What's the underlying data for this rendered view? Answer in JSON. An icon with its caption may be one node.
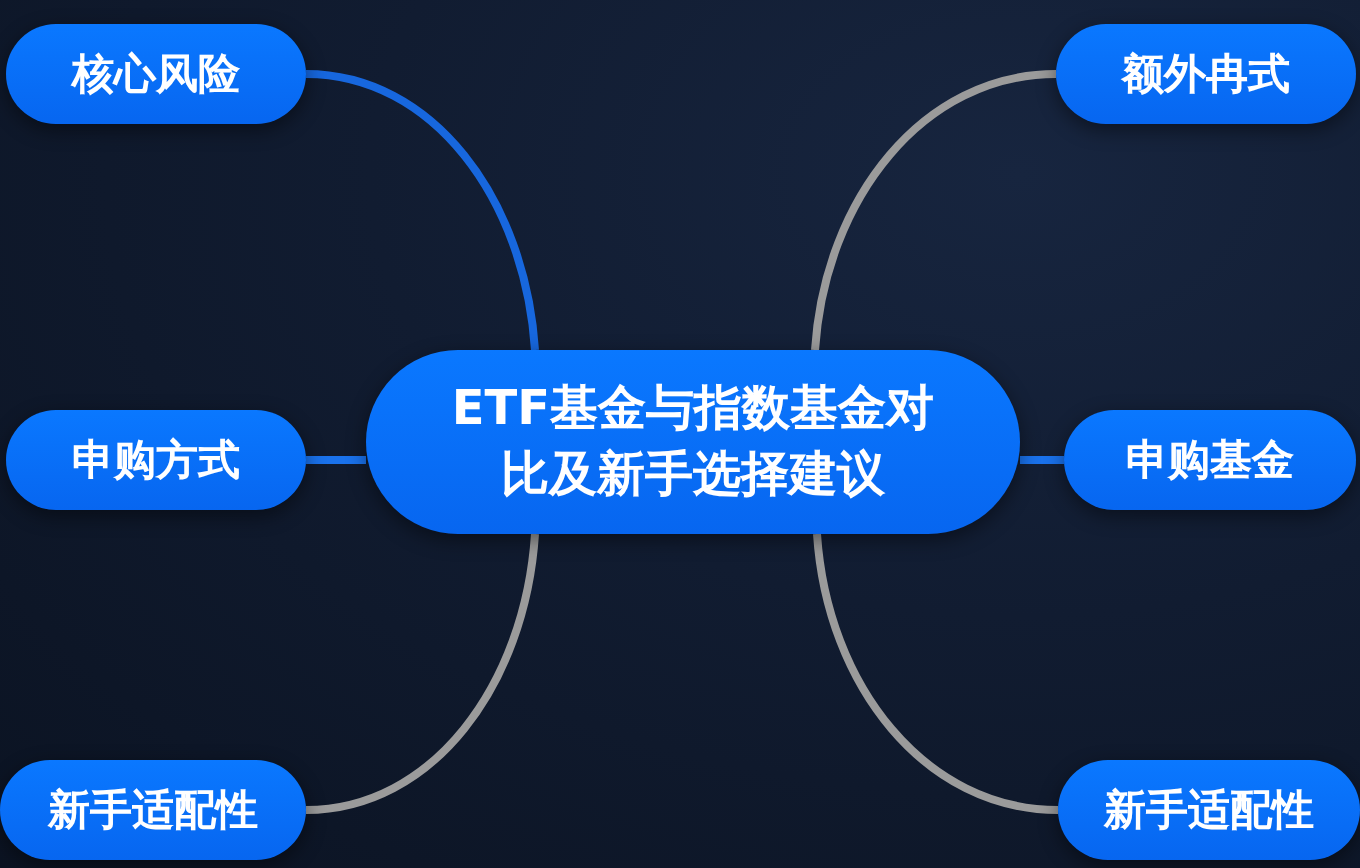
{
  "diagram": {
    "nodes": [
      {
        "text": [
          "ETF基金与指数基金对比及新手选择建议"
        ]
      },
      {
        "text": [
          "核心风险"
        ]
      },
      {
        "text": [
          "额外冉式"
        ]
      },
      {
        "text": [
          "申购方式"
        ]
      },
      {
        "text": [
          "申购基金"
        ]
      },
      {
        "text": [
          "新手适配性"
        ]
      },
      {
        "text": [
          "新手适配性"
        ]
      }
    ],
    "edges": [
      {
        "from": 0,
        "to": 1,
        "arrow": "none",
        "color": "#1767de"
      },
      {
        "from": 0,
        "to": 2,
        "arrow": "none",
        "color": "#9b9b9b"
      },
      {
        "from": 0,
        "to": 3,
        "arrow": "none",
        "color": "#1a72ec"
      },
      {
        "from": 0,
        "to": 4,
        "arrow": "none",
        "color": "#1a72ec"
      },
      {
        "from": 0,
        "to": 5,
        "arrow": "none",
        "color": "#9b9b9b"
      },
      {
        "from": 0,
        "to": 6,
        "arrow": "none",
        "color": "#9b9b9b"
      }
    ]
  }
}
